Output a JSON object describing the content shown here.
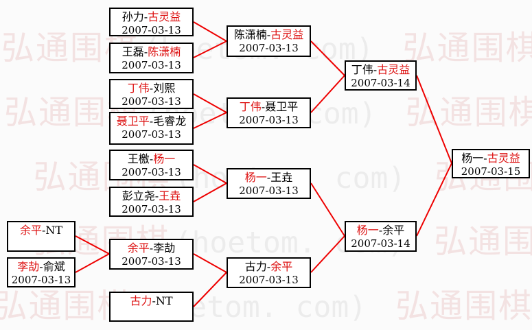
{
  "watermark": {
    "cn": "弘通围棋",
    "en": "(hoetom. com)"
  },
  "ui": {
    "separator": "-"
  },
  "colors": {
    "line": "#ee0000",
    "winner_text": "#dd1111",
    "normal_text": "#000000",
    "box_border": "#000000"
  },
  "bracket": {
    "matches": [
      {
        "round": 1,
        "p1": "孙力",
        "p1_color": "black",
        "p2": "古灵益",
        "p2_color": "red",
        "date": "2007-03-13"
      },
      {
        "round": 1,
        "p1": "王磊",
        "p1_color": "black",
        "p2": "陈潇楠",
        "p2_color": "red",
        "date": "2007-03-13"
      },
      {
        "round": 1,
        "p1": "丁伟",
        "p1_color": "red",
        "p2": "刘熙",
        "p2_color": "black",
        "date": "2007-03-13"
      },
      {
        "round": 1,
        "p1": "聂卫平",
        "p1_color": "red",
        "p2": "毛睿龙",
        "p2_color": "black",
        "date": "2007-03-13"
      },
      {
        "round": 1,
        "p1": "王檄",
        "p1_color": "black",
        "p2": "杨一",
        "p2_color": "red",
        "date": "2007-03-13"
      },
      {
        "round": 1,
        "p1": "彭立尧",
        "p1_color": "black",
        "p2": "王垚",
        "p2_color": "red",
        "date": "2007-03-13"
      },
      {
        "round": 0,
        "p1": "余平",
        "p1_color": "red",
        "p2": "NT",
        "p2_color": "black",
        "date": ""
      },
      {
        "round": 0,
        "p1": "李劼",
        "p1_color": "red",
        "p2": "俞斌",
        "p2_color": "black",
        "date": "2007-03-13"
      },
      {
        "round": 1,
        "p1": "余平",
        "p1_color": "red",
        "p2": "李劼",
        "p2_color": "black",
        "date": "2007-03-13"
      },
      {
        "round": 1,
        "p1": "古力",
        "p1_color": "red",
        "p2": "NT",
        "p2_color": "black",
        "date": ""
      },
      {
        "round": 2,
        "p1": "陈潇楠",
        "p1_color": "black",
        "p2": "古灵益",
        "p2_color": "red",
        "date": "2007-03-13"
      },
      {
        "round": 2,
        "p1": "丁伟",
        "p1_color": "red",
        "p2": "聂卫平",
        "p2_color": "black",
        "date": "2007-03-13"
      },
      {
        "round": 2,
        "p1": "杨一",
        "p1_color": "red",
        "p2": "王垚",
        "p2_color": "black",
        "date": "2007-03-13"
      },
      {
        "round": 2,
        "p1": "古力",
        "p1_color": "black",
        "p2": "余平",
        "p2_color": "red",
        "date": "2007-03-13"
      },
      {
        "round": 3,
        "p1": "丁伟",
        "p1_color": "black",
        "p2": "古灵益",
        "p2_color": "red",
        "date": "2007-03-14"
      },
      {
        "round": 3,
        "p1": "杨一",
        "p1_color": "red",
        "p2": "余平",
        "p2_color": "black",
        "date": "2007-03-14"
      },
      {
        "round": 4,
        "p1": "杨一",
        "p1_color": "black",
        "p2": "古灵益",
        "p2_color": "red",
        "date": "2007-03-15"
      }
    ],
    "connections": [
      {
        "from": 0,
        "to": 10
      },
      {
        "from": 1,
        "to": 10
      },
      {
        "from": 2,
        "to": 11
      },
      {
        "from": 3,
        "to": 11
      },
      {
        "from": 4,
        "to": 12
      },
      {
        "from": 5,
        "to": 12
      },
      {
        "from": 6,
        "to": 8
      },
      {
        "from": 7,
        "to": 8
      },
      {
        "from": 8,
        "to": 13
      },
      {
        "from": 9,
        "to": 13
      },
      {
        "from": 10,
        "to": 14
      },
      {
        "from": 11,
        "to": 14
      },
      {
        "from": 12,
        "to": 15
      },
      {
        "from": 13,
        "to": 15
      },
      {
        "from": 14,
        "to": 16
      },
      {
        "from": 15,
        "to": 16
      }
    ]
  }
}
